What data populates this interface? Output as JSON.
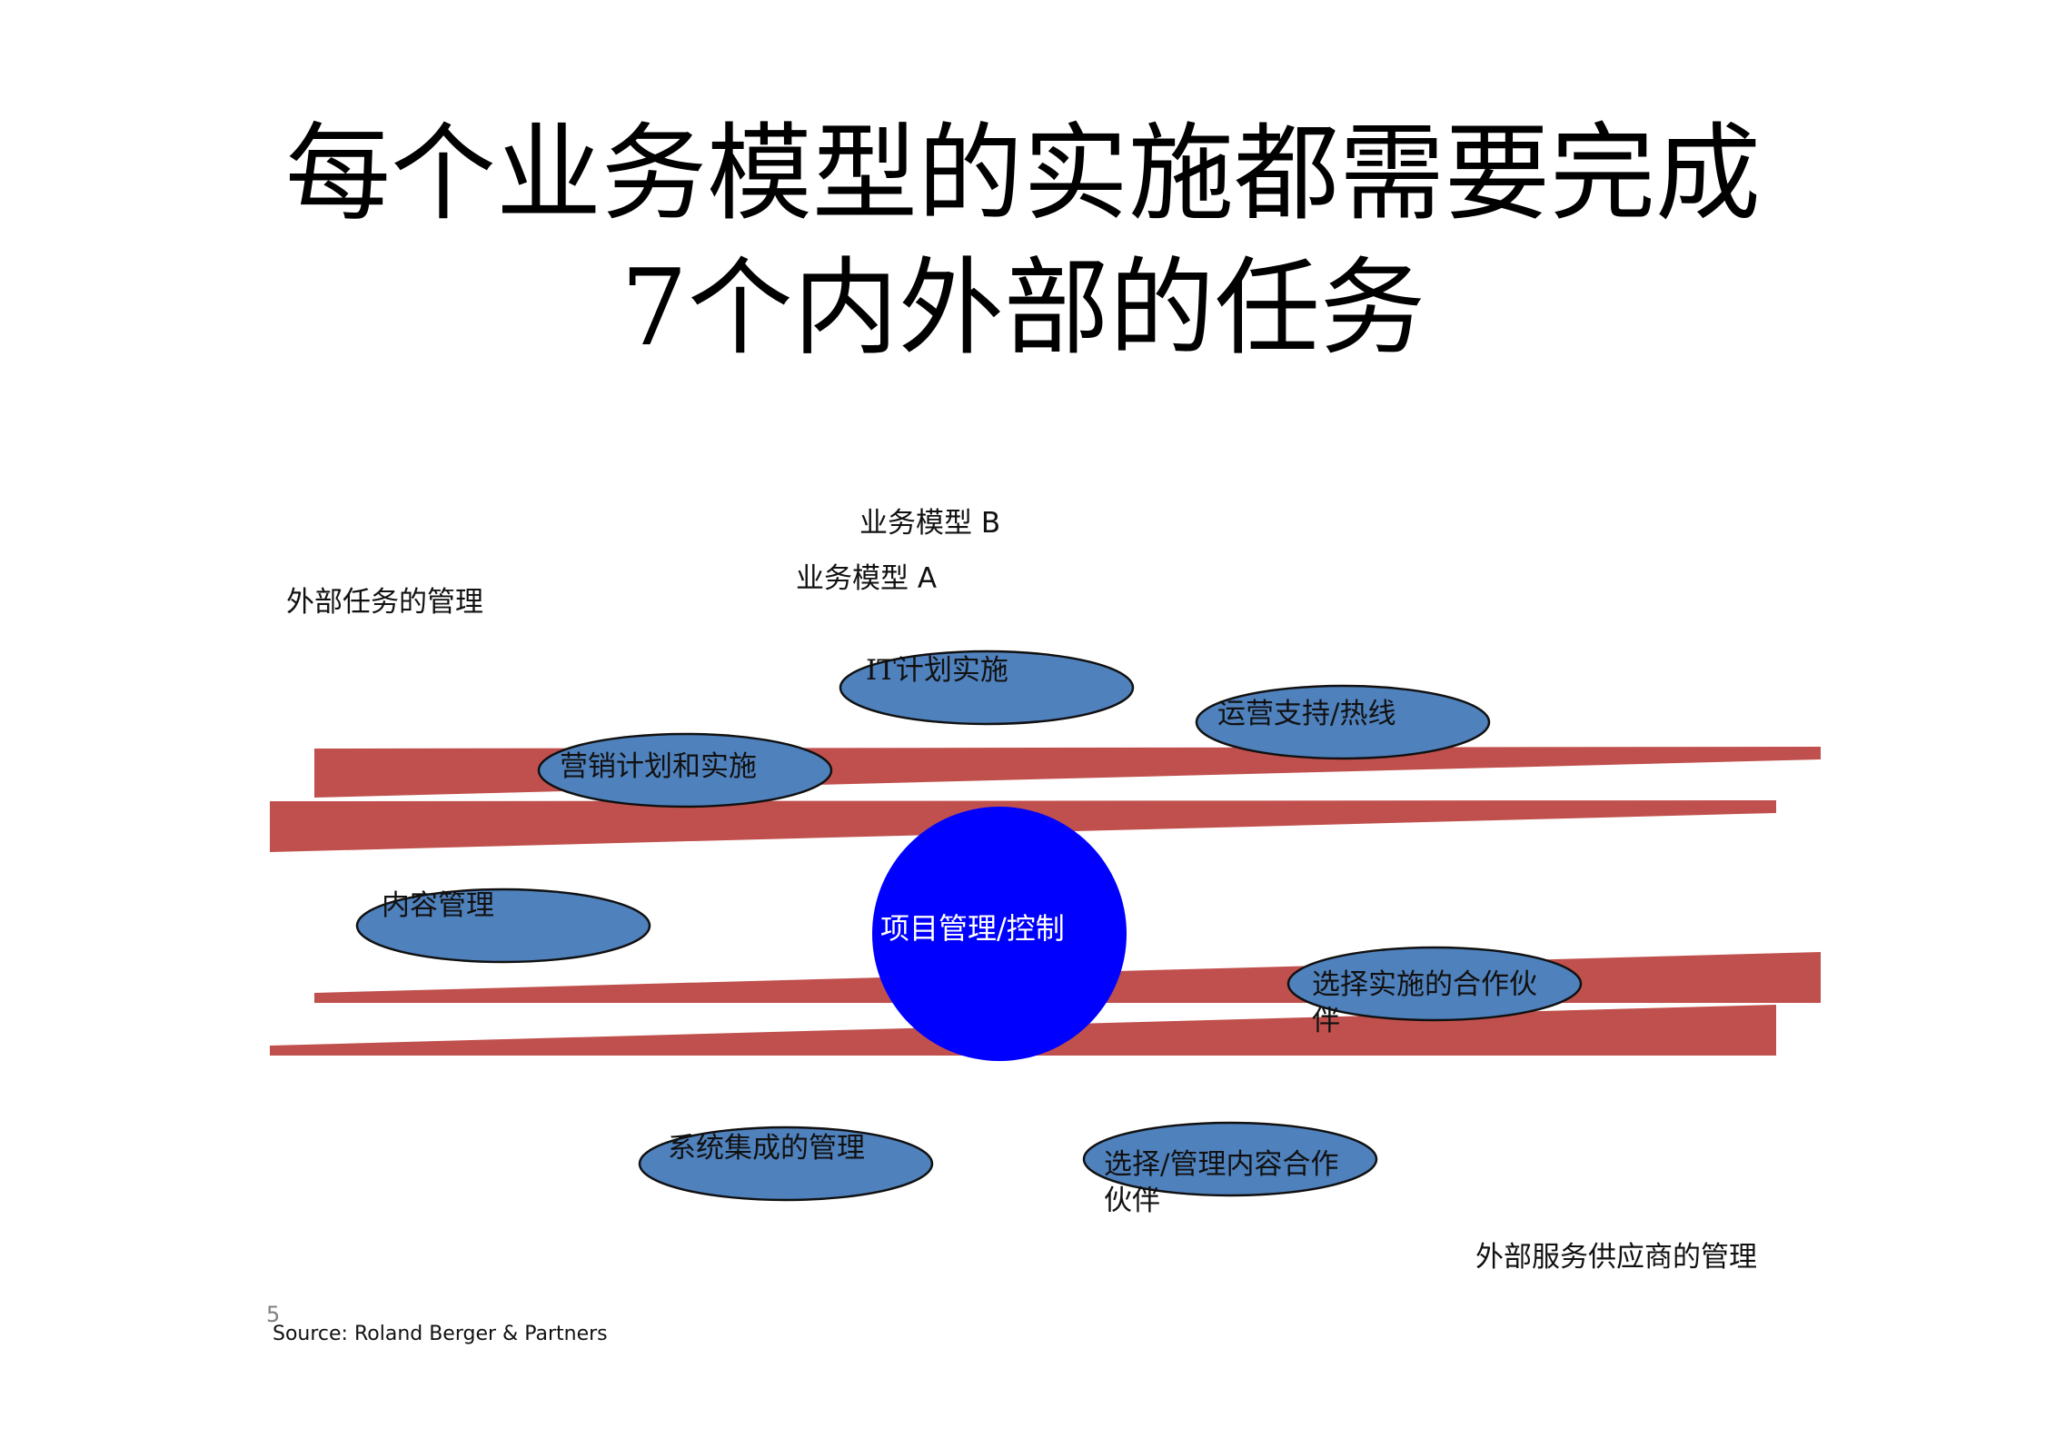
{
  "title": {
    "line1": "每个业务模型的实施都需要完成",
    "line2": "7个内外部的任务"
  },
  "labels": {
    "model_b": "业务模型 B",
    "model_a": "业务模型 A",
    "external_tasks": "外部任务的管理",
    "external_providers": "外部服务供应商的管理"
  },
  "center": {
    "label": "项目管理/控制"
  },
  "tasks": [
    {
      "label": "IT计划实施"
    },
    {
      "label": "运营支持/热线"
    },
    {
      "label": "营销计划和实施"
    },
    {
      "label": "内容管理"
    },
    {
      "label": "选择实施的合作伙伴"
    },
    {
      "label": "系统集成的管理"
    },
    {
      "label": "选择/管理内容合作伙伴"
    }
  ],
  "footer": {
    "page_number": "5",
    "source": "Source: Roland Berger & Partners"
  },
  "colors": {
    "band": "#c0504d",
    "task_ellipse": "#4f81bd",
    "center_circle": "#0000ff"
  }
}
